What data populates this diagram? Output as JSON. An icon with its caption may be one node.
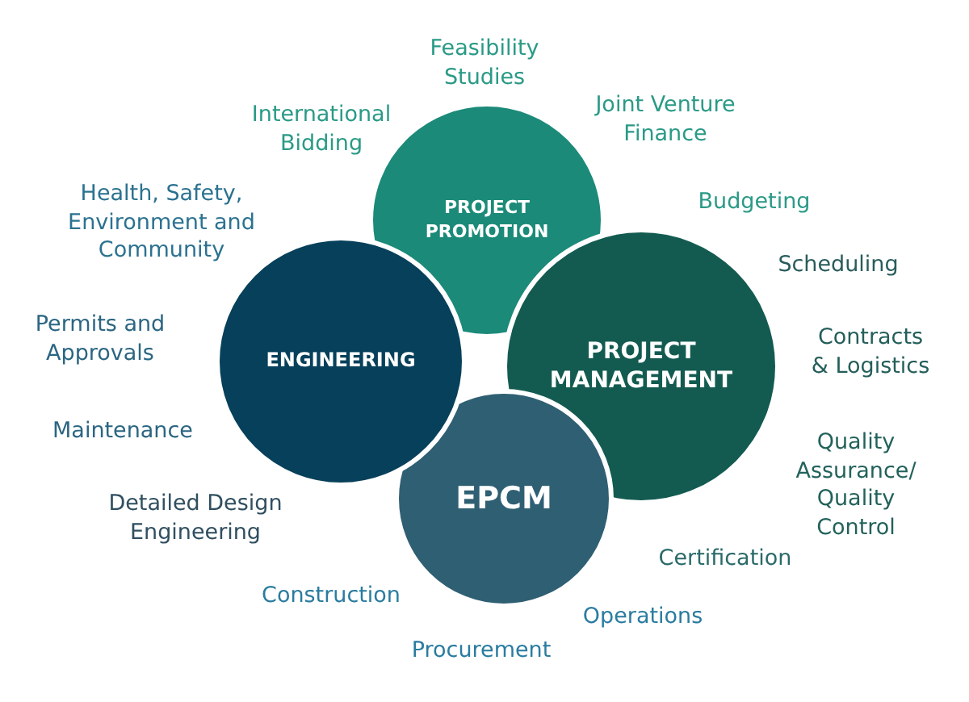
{
  "diagram": {
    "nodes": [
      {
        "text": [
          "PROJECT PROMOTION"
        ]
      },
      {
        "text": [
          "ENGINEERING"
        ]
      },
      {
        "text": [
          "PROJECT MANAGEMENT"
        ]
      },
      {
        "text": [
          "EPCM"
        ]
      }
    ],
    "labels": [
      "Feasibility Studies",
      "Joint Venture Finance",
      "International Bidding",
      "Budgeting",
      "Health, Safety, Environment and Community",
      "Scheduling",
      "Permits and Approvals",
      "Contracts & Logistics",
      "Maintenance",
      "Quality Assurance/ Quality Control",
      "Detailed Design Engineering",
      "Certification",
      "Construction",
      "Operations",
      "Procurement"
    ]
  }
}
